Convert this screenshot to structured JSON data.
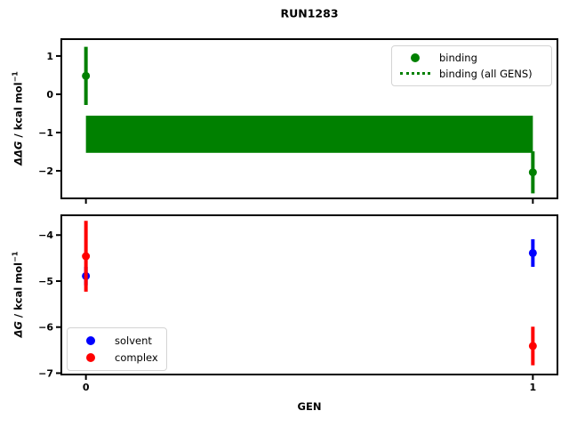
{
  "title": "RUN1283",
  "colors": {
    "accent_green": "#008000",
    "accent_blue": "#0000ff",
    "accent_red": "#ff0000",
    "axis": "#000000",
    "legend_border": "#d4d4d4",
    "background": "#ffffff"
  },
  "chart_data": [
    {
      "type": "scatter",
      "subplot": "top",
      "ylabel": "ΔΔG / kcal mol⁻¹",
      "ylabel_parts": {
        "math": "ΔΔG",
        "rest": " / kcal mol",
        "sup": "−1"
      },
      "x": [
        0,
        1
      ],
      "xlim": [
        -0.055,
        1.055
      ],
      "ylim": [
        -2.72,
        1.44
      ],
      "yticks": {
        "values": [
          1,
          0,
          -1,
          -2
        ],
        "labels": [
          "1",
          "0",
          "−1",
          "−2"
        ]
      },
      "xticks": {
        "values": [
          0,
          1
        ],
        "labels": []
      },
      "grid": false,
      "series": [
        {
          "name": "binding",
          "color": "#008000",
          "marker": "circle",
          "values": [
            0.48,
            -2.04
          ],
          "errors": [
            0.76,
            0.55
          ]
        }
      ],
      "band": {
        "name": "binding (all GENS)",
        "color": "#008000",
        "x_range": [
          0,
          1
        ],
        "low": -1.53,
        "high": -0.56,
        "mean": -1.04
      },
      "legend": {
        "position": "upper right",
        "entries": [
          {
            "label": "binding",
            "sample": "marker",
            "color": "#008000"
          },
          {
            "label": "binding (all GENS)",
            "sample": "dotted-line",
            "color": "#008000"
          }
        ]
      }
    },
    {
      "type": "scatter",
      "subplot": "bottom",
      "ylabel": "ΔG / kcal mol⁻¹",
      "ylabel_parts": {
        "math": "ΔG",
        "rest": " / kcal mol",
        "sup": "−1"
      },
      "xlabel": "GEN",
      "x": [
        0,
        1
      ],
      "xlim": [
        -0.055,
        1.055
      ],
      "ylim": [
        -7.03,
        -3.57
      ],
      "yticks": {
        "values": [
          -4,
          -5,
          -6,
          -7
        ],
        "labels": [
          "−4",
          "−5",
          "−6",
          "−7"
        ]
      },
      "xticks": {
        "values": [
          0,
          1
        ],
        "labels": [
          "0",
          "1"
        ]
      },
      "grid": false,
      "series": [
        {
          "name": "solvent",
          "color": "#0000ff",
          "marker": "circle",
          "values": [
            -4.89,
            -4.39
          ],
          "errors": [
            0.2,
            0.3
          ]
        },
        {
          "name": "complex",
          "color": "#ff0000",
          "marker": "circle",
          "values": [
            -4.46,
            -6.41
          ],
          "errors": [
            0.77,
            0.42
          ]
        }
      ],
      "legend": {
        "position": "lower left",
        "entries": [
          {
            "label": "solvent",
            "sample": "marker",
            "color": "#0000ff"
          },
          {
            "label": "complex",
            "sample": "marker",
            "color": "#ff0000"
          }
        ]
      }
    }
  ]
}
